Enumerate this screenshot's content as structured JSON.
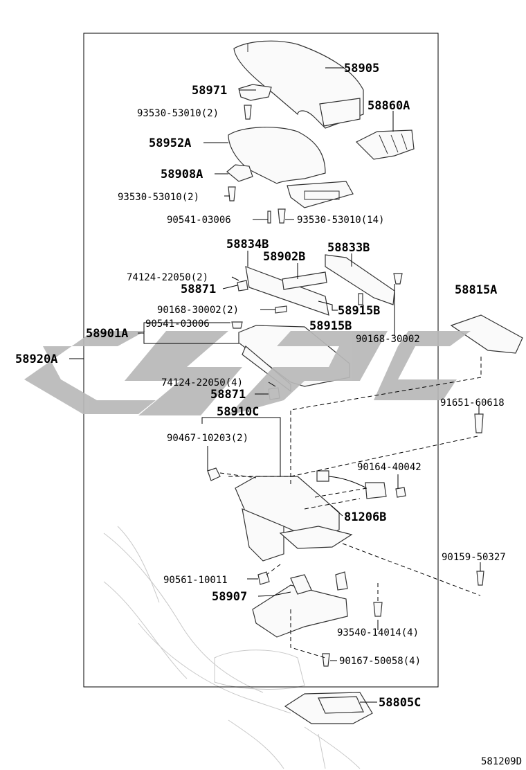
{
  "diagram_id": "581209D",
  "watermark_color": "#b8b8b8",
  "callouts": {
    "p58905": "58905",
    "p58971": "58971",
    "p93530_a": "93530-53010(2)",
    "p58860A": "58860A",
    "p58952A": "58952A",
    "p58908A": "58908A",
    "p93530_b": "93530-53010(2)",
    "p90541_a": "90541-03006",
    "p93530_c": "93530-53010(14)",
    "p58834B": "58834B",
    "p58833B": "58833B",
    "p58902B": "58902B",
    "p74124_a": "74124-22050(2)",
    "p58871_a": "58871",
    "p58815A": "58815A",
    "p90168_a": "90168-30002(2)",
    "p58915B_a": "58915B",
    "p58915B_b": "58915B",
    "p58901A": "58901A",
    "p90541_b": "90541-03006",
    "p90168_b": "90168-30002",
    "p58920A": "58920A",
    "p74124_b": "74124-22050(4)",
    "p58871_b": "58871",
    "p91651": "91651-60618",
    "p58910C": "58910C",
    "p90467": "90467-10203(2)",
    "p90164": "90164-40042",
    "p81206B": "81206B",
    "p90159": "90159-50327",
    "p90561": "90561-10011",
    "p58907": "58907",
    "p93540": "93540-14014(4)",
    "p90167": "90167-50058(4)",
    "p58805C": "58805C"
  }
}
